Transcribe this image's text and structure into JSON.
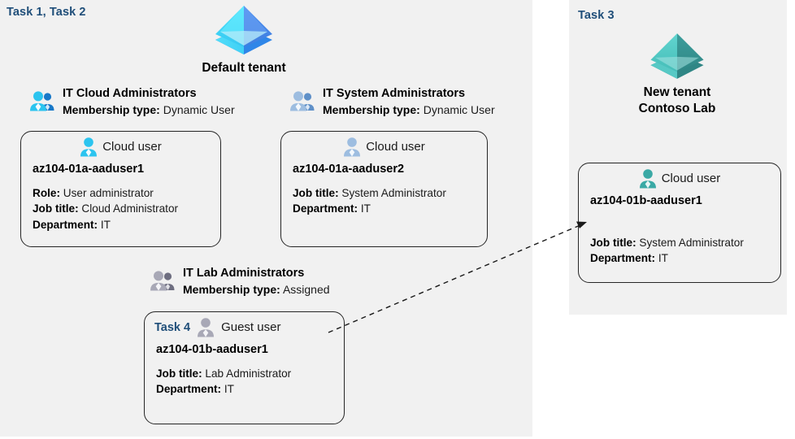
{
  "panels": {
    "left": {
      "task_label": "Task 1, Task 2"
    },
    "right": {
      "task_label": "Task 3"
    }
  },
  "tenants": {
    "default": {
      "name": "Default tenant",
      "icon": "azure-tenant-icon",
      "color": "#32bdf0"
    },
    "new": {
      "name": "New  tenant\nContoso Lab",
      "icon": "azure-tenant-icon",
      "color": "#3aa9a5"
    }
  },
  "groups": [
    {
      "id": "cloud",
      "name": "IT Cloud Administrators",
      "meta_label": "Membership type:",
      "meta_value": "Dynamic User",
      "icon": "group-users-icon",
      "color": "#2bb8e8"
    },
    {
      "id": "system",
      "name": "IT System Administrators",
      "meta_label": "Membership type:",
      "meta_value": "Dynamic User",
      "icon": "group-users-icon",
      "color": "#8fb3d9"
    },
    {
      "id": "lab",
      "name": "IT Lab Administrators",
      "meta_label": "Membership type:",
      "meta_value": "Assigned",
      "icon": "group-users-icon",
      "color": "#9a9aa8"
    }
  ],
  "cards": [
    {
      "id": "user1",
      "task": "",
      "head_label": "Cloud user",
      "icon": "cloud-user-icon",
      "color": "#2bb8e8",
      "name": "az104-01a-aaduser1",
      "attrs": [
        {
          "label": "Role:",
          "value": "User administrator"
        },
        {
          "label": "Job title:",
          "value": "Cloud Administrator"
        },
        {
          "label": "Department:",
          "value": "IT"
        }
      ]
    },
    {
      "id": "user2",
      "task": "",
      "head_label": "Cloud user",
      "icon": "cloud-user-icon",
      "color": "#8fb3d9",
      "name": "az104-01a-aaduser2",
      "attrs": [
        {
          "label": "Job title:",
          "value": "System Administrator"
        },
        {
          "label": "Department:",
          "value": "IT"
        }
      ]
    },
    {
      "id": "guest",
      "task": "Task 4",
      "head_label": "Guest user",
      "icon": "guest-user-icon",
      "color": "#9a9aa8",
      "name": "az104-01b-aaduser1",
      "attrs": [
        {
          "label": "Job title:",
          "value": "Lab Administrator"
        },
        {
          "label": "Department:",
          "value": "IT"
        }
      ]
    },
    {
      "id": "user1b",
      "task": "",
      "head_label": "Cloud user",
      "icon": "cloud-user-icon",
      "color": "#3aa9a5",
      "name": "az104-01b-aaduser1",
      "attrs": [
        {
          "label": "Job title:",
          "value": "System Administrator"
        },
        {
          "label": "Department:",
          "value": "IT"
        }
      ]
    }
  ],
  "connector": {
    "name": "guest-invite-arrow",
    "style": "dashed",
    "color": "#1a1a1a",
    "from": "guest-user-card",
    "to": "new-tenant-user-card"
  }
}
